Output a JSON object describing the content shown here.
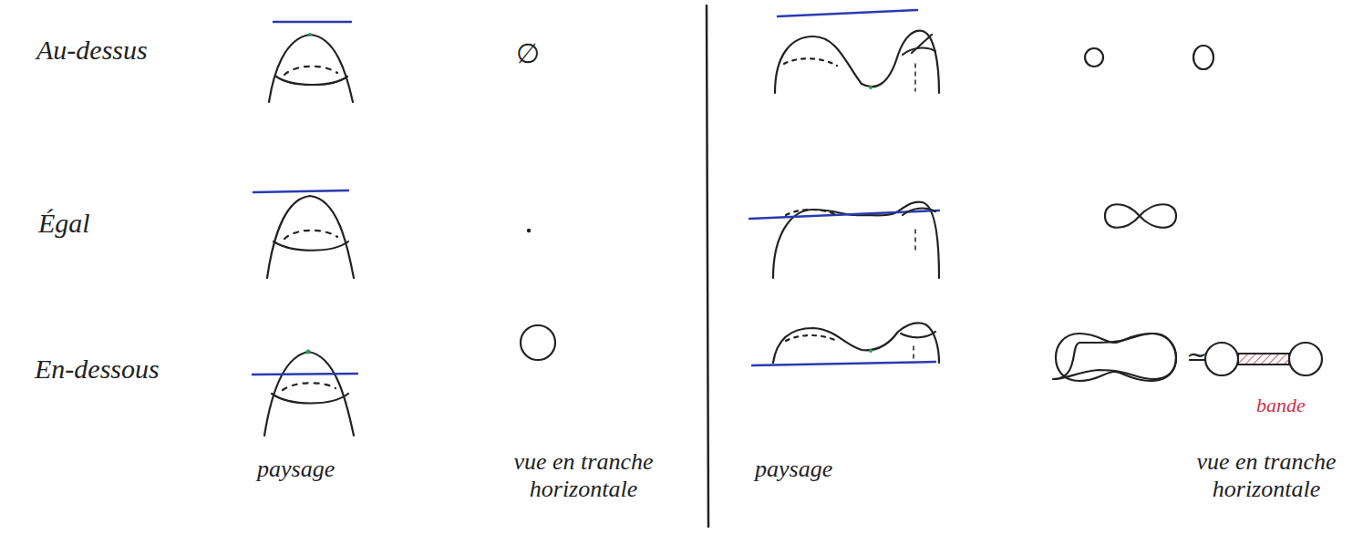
{
  "diagram": {
    "labels": [
      "Au-dessus",
      "∅",
      "Égal",
      "En-dessous",
      "≃",
      "bande",
      "paysage",
      "vue en tranche horizontale",
      "paysage",
      "vue en tranche horizontale"
    ]
  }
}
